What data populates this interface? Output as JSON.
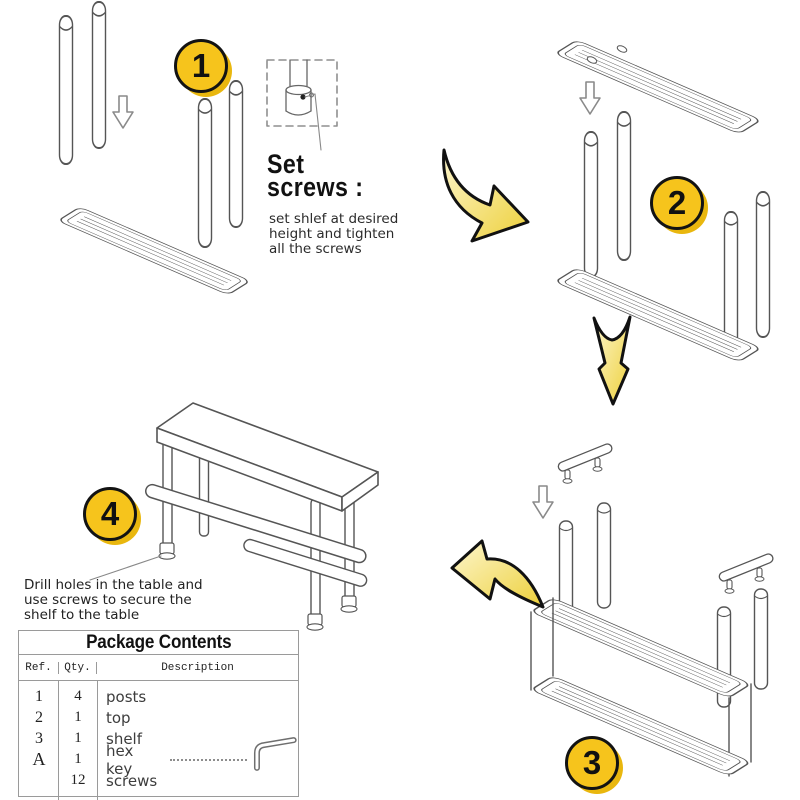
{
  "steps": [
    {
      "number": "1"
    },
    {
      "number": "2"
    },
    {
      "number": "3"
    },
    {
      "number": "4"
    }
  ],
  "set_screws": {
    "heading_lines": [
      "Set",
      "screws :"
    ],
    "note_lines": [
      "set shlef at desired",
      "height and tighten",
      "all the screws"
    ]
  },
  "step4_note_lines": [
    "Drill holes in the table and",
    "use screws to secure the",
    "shelf to the table"
  ],
  "package": {
    "title": "Package Contents",
    "headers": [
      "Ref.",
      "Qty.",
      "Description"
    ],
    "rows": [
      {
        "ref": "1",
        "qty": "4",
        "desc": "posts"
      },
      {
        "ref": "2",
        "qty": "1",
        "desc": "top"
      },
      {
        "ref": "3",
        "qty": "1",
        "desc": "shelf"
      },
      {
        "ref": "A",
        "qty": "1",
        "desc": "hex key"
      },
      {
        "ref": "",
        "qty": "12",
        "desc": "screws"
      }
    ]
  },
  "icons": {
    "curved_arrow_right": "curved-arrow-right-icon",
    "down_arrow": "down-arrow-icon",
    "curved_arrow_left": "curved-arrow-left-icon",
    "insert_arrow": "insert-down-arrow-icon",
    "hex_key": "hex-key-icon",
    "set_screw_detail": "set-screw-detail-icon"
  },
  "colors": {
    "badge_yellow": "#f6c41c",
    "badge_shadow": "#e9b70e",
    "arrow_yellow_light": "#fdf6cd",
    "arrow_yellow_dark": "#edd03a",
    "line_art": "#555555",
    "table_border": "#9a9a9a"
  }
}
